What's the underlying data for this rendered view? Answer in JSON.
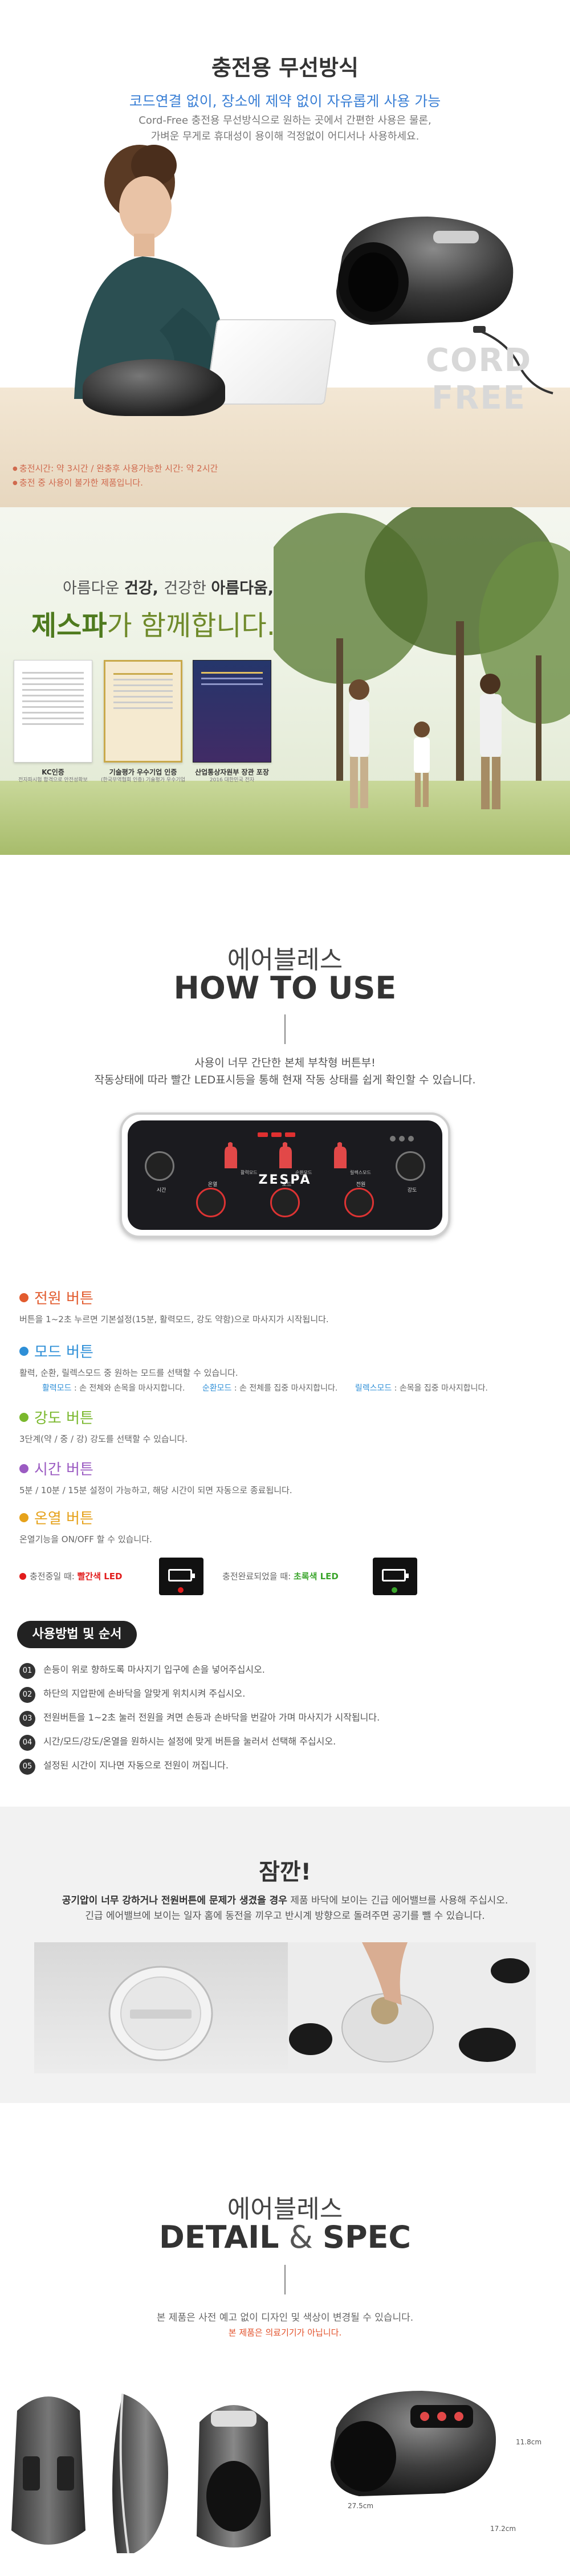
{
  "cordless": {
    "title": "충전용 무선방식",
    "subtitle": "코드연결 없이, 장소에 제약 없이 자유롭게 사용 가능",
    "desc_line1": "Cord-Free 충전용 무선방식으로 원하는 곳에서 간편한 사용은 물론,",
    "desc_line2": "가벼운 무게로 휴대성이 용이해 걱정없이 어디서나 사용하세요.",
    "badge_line1": "CORD",
    "badge_line2": "FREE",
    "note1": "충전시간: 약 3시간 / 완충후 사용가능한 시간: 약 2시간",
    "note2": "충전 중 사용이 불가한 제품입니다."
  },
  "brand": {
    "line1_prefix": "아름다운 ",
    "line1_bold": "건강, ",
    "line1_mid": "건강한 ",
    "line1_bold2": "아름다움,",
    "line2_bold": "제스파",
    "line2_rest": "가 함께합니다.",
    "certs": [
      {
        "title": "KC인증",
        "sub": "전자파시험 합격으로 안전성확보"
      },
      {
        "title": "기술평가 우수기업 인증",
        "sub": "(한국무역협회 인증) 기술평가 우수기업"
      },
      {
        "title": "산업통상자원부 장관 포장",
        "sub": "2016 대한민국 전자"
      }
    ]
  },
  "howto": {
    "title_ko": "에어블레스",
    "title_en": "HOW TO USE",
    "intro1": "사용이 너무 간단한 본체 부착형 버튼부!",
    "intro2": "작동상태에 따라 빨간 LED표시등을 통해 현재 작동 상태를 쉽게 확인할 수 있습니다.",
    "panel": {
      "brand": "ZESPA",
      "labels": [
        "시간",
        "강도",
        "온열",
        "모드",
        "전원",
        "활력모드",
        "순환모드",
        "릴렉스모드"
      ]
    },
    "power": {
      "title": "전원 버튼",
      "desc": "버튼을 1~2초 누르면 기본설정(15분, 활력모드, 강도 약함)으로 마사지가 시작됩니다."
    },
    "mode": {
      "title": "모드 버튼",
      "desc": "활력, 순환, 릴렉스모드 중 원하는 모드를 선택할 수 있습니다.",
      "sub1_name": "활력모드",
      "sub1_desc": " : 손 전체와 손목을 마사지합니다.",
      "sub2_name": "순환모드",
      "sub2_desc": " : 손 전체를 집중 마사지합니다.",
      "sub3_name": "릴렉스모드",
      "sub3_desc": " : 손목을 집중 마사지합니다."
    },
    "strength": {
      "title": "강도 버튼",
      "desc": "3단계(약 / 중 / 강) 강도를 선택할 수 있습니다."
    },
    "time": {
      "title": "시간 버튼",
      "desc": "5분 / 10분 / 15분 설정이 가능하고, 해당 시간이 되면 자동으로 종료됩니다."
    },
    "heat": {
      "title": "온열 버튼",
      "desc": "온열기능을 ON/OFF 할 수 있습니다."
    },
    "led": {
      "charging_prefix": "충전중일 때: ",
      "charging_value": "빨간색 LED",
      "charged_prefix": "충전완료되었을 때: ",
      "charged_value": "초록색 LED",
      "red": "#e21b1b",
      "green": "#3aa52b"
    },
    "steps_title": "사용방법 및 순서",
    "steps": [
      {
        "num": "01",
        "text": "손등이 위로 향하도록 마사지기 입구에 손을 넣어주십시오."
      },
      {
        "num": "02",
        "text": "하단의 지압판에 손바닥을 알맞게 위치시켜 주십시오."
      },
      {
        "num": "03",
        "text": "전원버튼을 1~2초 눌러 전원을 켜면 손등과 손바닥을 번갈아 가며 마사지가 시작됩니다."
      },
      {
        "num": "04",
        "text": "시간/모드/강도/온열을 원하시는 설정에 맞게 버튼을 눌러서 선택해 주십시오."
      },
      {
        "num": "05",
        "text": "설정된 시간이 지나면 자동으로 전원이 꺼집니다."
      }
    ]
  },
  "caution": {
    "title": "잠깐!",
    "desc_bold": "공기압이 너무 강하거나 전원버튼에 문제가 생겼을 경우",
    "desc_rest": " 제품 바닥에 보이는 긴급 에어밸브를 사용해 주십시오.",
    "desc_line2": "긴급 에어밸브에 보이는 일자 홈에 동전을 끼우고 반시계 방향으로 돌려주면 공기를 뺄 수 있습니다."
  },
  "spec": {
    "title_ko": "에어블레스",
    "title_en_1": "DETAIL",
    "title_en_amp": " & ",
    "title_en_2": "SPEC",
    "note1": "본 제품은 사전 예고 없이 디자인 및 색상이 변경될 수 있습니다.",
    "note2": "본 제품은 의료기기가 아닙니다.",
    "dims": {
      "height": "11.8cm",
      "length": "27.5cm",
      "width": "17.2cm"
    }
  }
}
